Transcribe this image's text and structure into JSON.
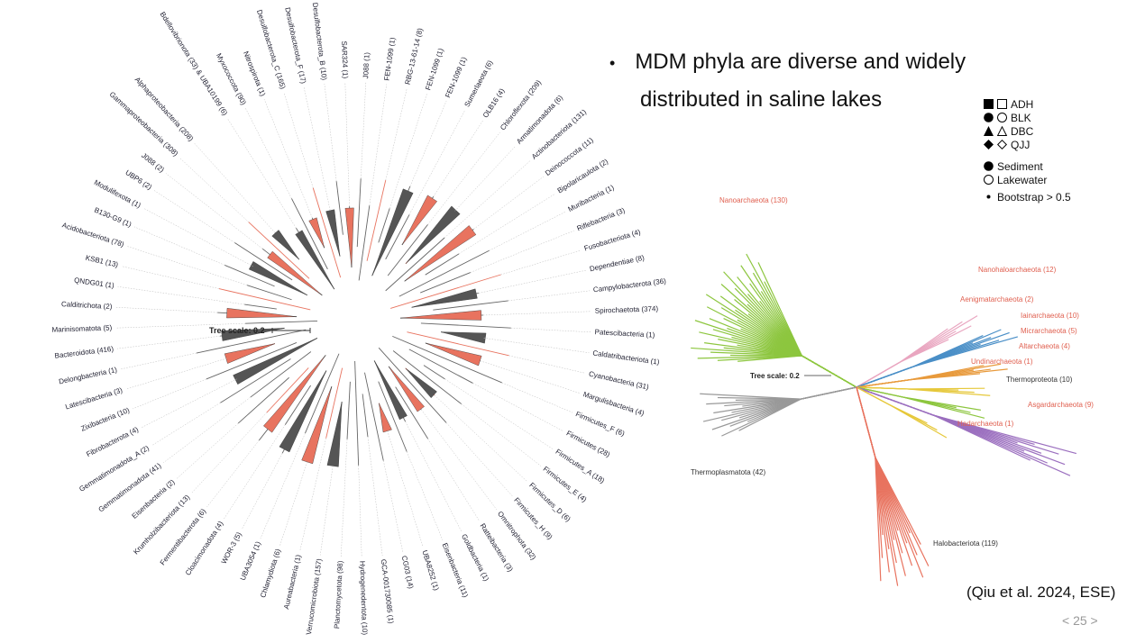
{
  "bullet": {
    "marker": "•",
    "line1": "MDM phyla are diverse and widely",
    "line2": "distributed in saline lakes"
  },
  "legend": {
    "lakes": [
      {
        "code": "ADH",
        "filled": "square",
        "open": "square"
      },
      {
        "code": "BLK",
        "filled": "circle",
        "open": "circle"
      },
      {
        "code": "DBC",
        "filled": "triangle",
        "open": "triangle"
      },
      {
        "code": "QJJ",
        "filled": "diamond",
        "open": "diamond"
      }
    ],
    "sediment": "Sediment",
    "lakewater": "Lakewater",
    "bootstrap": "Bootstrap > 0.5"
  },
  "bacteria_tree": {
    "tree_scale": "Tree scale: 0.2",
    "labels": [
      "Bdellovibrionota (33) & UBA10199 (6)",
      "Myxococcota (90)",
      "Nitrospirota (1)",
      "Desulfobacterota_C (165)",
      "Desulfobacterota_F (17)",
      "Desulfobacterota_B (10)",
      "SAR324 (1)",
      "J088 (1)",
      "FEN-1099 (1)",
      "RBG-13-61-14 (8)",
      "FEN-1099 (1)",
      "FEN-1099 (1)",
      "Sumerlaeota (6)",
      "OLB16 (4)",
      "Chloroflexota (209)",
      "Armatimonadota (6)",
      "Actinobacteriota (131)",
      "Deinococcota (11)",
      "Bipolaricaulota (2)",
      "Muribacteria (1)",
      "Riflebacteria (3)",
      "Fusobacteriota (4)",
      "Dependentiae (8)",
      "Campylobacterota (36)",
      "Spirochaetota (374)",
      "Patescibacteria (1)",
      "Caldatribacteriota (1)",
      "Cyanobacteria (31)",
      "Margulisbacteria (4)",
      "Firmicutes_F (6)",
      "Firmicutes (28)",
      "Firmicutes_A (18)",
      "Firmicutes_E (4)",
      "Firmicutes_D (6)",
      "Firmicutes_H (9)",
      "Omnitrophota (32)",
      "Ratteibacteria (3)",
      "Goldbacteria (1)",
      "Eisenbacteria (11)",
      "UBA8252 (1)",
      "CG03 (14)",
      "GCA-001730085 (1)",
      "Hydrogenedentota (10)",
      "Planctomycetota (98)",
      "Verrucomicrobiota (157)",
      "Aureabacteria (1)",
      "Chlamydiota (6)",
      "UBA3054 (1)",
      "WOR-3 (5)",
      "Cloacimonadota (4)",
      "Fermentibacterota (6)",
      "Krumholzibacteriota (13)",
      "Eisenbacteria (2)",
      "Gemmatimonadota (41)",
      "Gemmatimonadota_A (2)",
      "Fibrobacterota (4)",
      "Zixibacteria (10)",
      "Latescibacteria (3)",
      "Delongbacteria (1)",
      "Bacteroidota (416)",
      "Marinisomatota (5)",
      "Calditrichota (2)",
      "QNDG01 (1)",
      "KSB1 (13)",
      "Acidobacteriota (78)",
      "B130-G9 (1)",
      "Modulifexota (1)",
      "UBP6 (2)",
      "J088 (2)",
      "Gammaproteobacteria (308)",
      "Alphaproteobacteria (208)"
    ]
  },
  "archaea_tree": {
    "tree_scale": "Tree scale: 0.2",
    "labels": [
      {
        "text": "Nanoarchaeota (130)",
        "color": "#e06050"
      },
      {
        "text": "Nanohaloarchaeota (12)",
        "color": "#e06050"
      },
      {
        "text": "Aenigmatarchaeota (2)",
        "color": "#e06050"
      },
      {
        "text": "Iainarchaeota (10)",
        "color": "#e06050"
      },
      {
        "text": "Micrarchaeota (5)",
        "color": "#e06050"
      },
      {
        "text": "Altarchaeota (4)",
        "color": "#e06050"
      },
      {
        "text": "Undinarchaeota (1)",
        "color": "#e06050"
      },
      {
        "text": "Thermoproteota (10)",
        "color": "#333333"
      },
      {
        "text": "Asgardarchaeota (9)",
        "color": "#e06050"
      },
      {
        "text": "Hadarchaeota (1)",
        "color": "#e06050"
      },
      {
        "text": "Thermoplasmatota (42)",
        "color": "#333333"
      },
      {
        "text": "Halobacteriota (119)",
        "color": "#333333"
      }
    ]
  },
  "citation": "(Qiu et al. 2024, ESE)",
  "page": "< 25 >",
  "colors": {
    "accent_red": "#e8735f",
    "dark_clade": "#555555",
    "green": "#8dc63f",
    "blue": "#4a8fc7",
    "orange": "#e89a3c",
    "purple": "#9b6fbf",
    "yellow": "#e6c83a",
    "gray": "#999999",
    "pink": "#e9a6c0"
  }
}
